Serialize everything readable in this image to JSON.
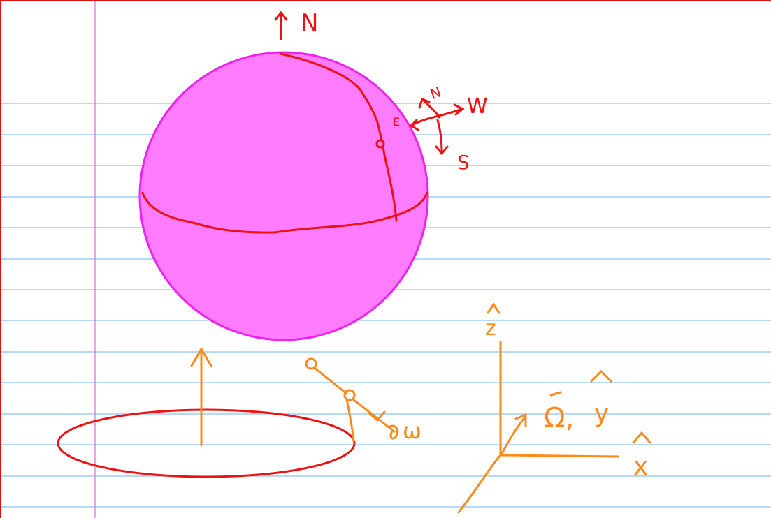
{
  "page": {
    "paper_color": "#ffffff",
    "rule_color": "#6fb6ea",
    "margin_color": "#d46fd4",
    "frame_color": "#e01010"
  },
  "colors": {
    "sphere_fill": "#ff7cff",
    "sphere_stroke": "#ee22ee",
    "ink_red": "#ee1111",
    "ink_orange": "#ff8a1a"
  },
  "labels": {
    "north_top": "N",
    "compass_n": "N",
    "compass_w": "W",
    "compass_e": "E",
    "compass_s": "S",
    "pendulum_omega": "ω",
    "axis_z": "z",
    "axis_y": "y",
    "axis_x": "x",
    "omega_vector": "Ω,"
  }
}
